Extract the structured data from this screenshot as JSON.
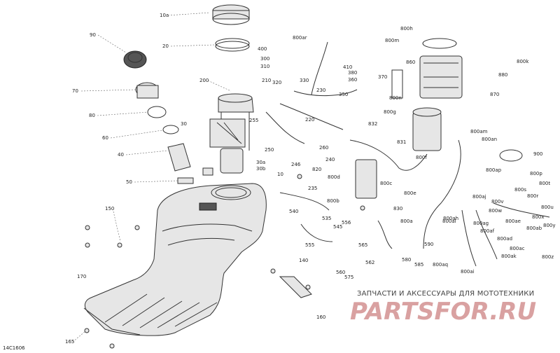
{
  "diagram_id": "14C1606",
  "watermark": {
    "tagline": "ЗАПЧАСТИ И АКСЕССУАРЫ ДЛЯ МОТОТЕХНИКИ",
    "logo": "PARTSFOR.RU",
    "color": "#d9a1a1"
  },
  "callouts": [
    "10a",
    "20",
    "90",
    "70",
    "80",
    "60",
    "40",
    "50",
    "30",
    "30a",
    "30b",
    "200",
    "210",
    "220",
    "230",
    "235",
    "240",
    "246",
    "250",
    "255",
    "260",
    "300",
    "310",
    "320",
    "330",
    "350",
    "360",
    "370",
    "380",
    "400",
    "410",
    "10",
    "150",
    "140",
    "160",
    "165",
    "170",
    "540",
    "535",
    "545",
    "555",
    "556",
    "560",
    "562",
    "565",
    "575",
    "580",
    "585",
    "590",
    "800a",
    "800ab",
    "800ac",
    "800ad",
    "800ae",
    "800af",
    "800ag",
    "800ah",
    "800ai",
    "800aj",
    "800ak",
    "800al",
    "800am",
    "800an",
    "800ap",
    "800aq",
    "800ar",
    "800b",
    "800c",
    "800d",
    "800e",
    "800f",
    "800g",
    "800h",
    "800k",
    "800m",
    "800n",
    "800p",
    "800r",
    "800s",
    "800t",
    "800u",
    "800v",
    "800w",
    "800x",
    "800y",
    "800z",
    "820",
    "830",
    "831",
    "832",
    "860",
    "870",
    "880",
    "900"
  ]
}
